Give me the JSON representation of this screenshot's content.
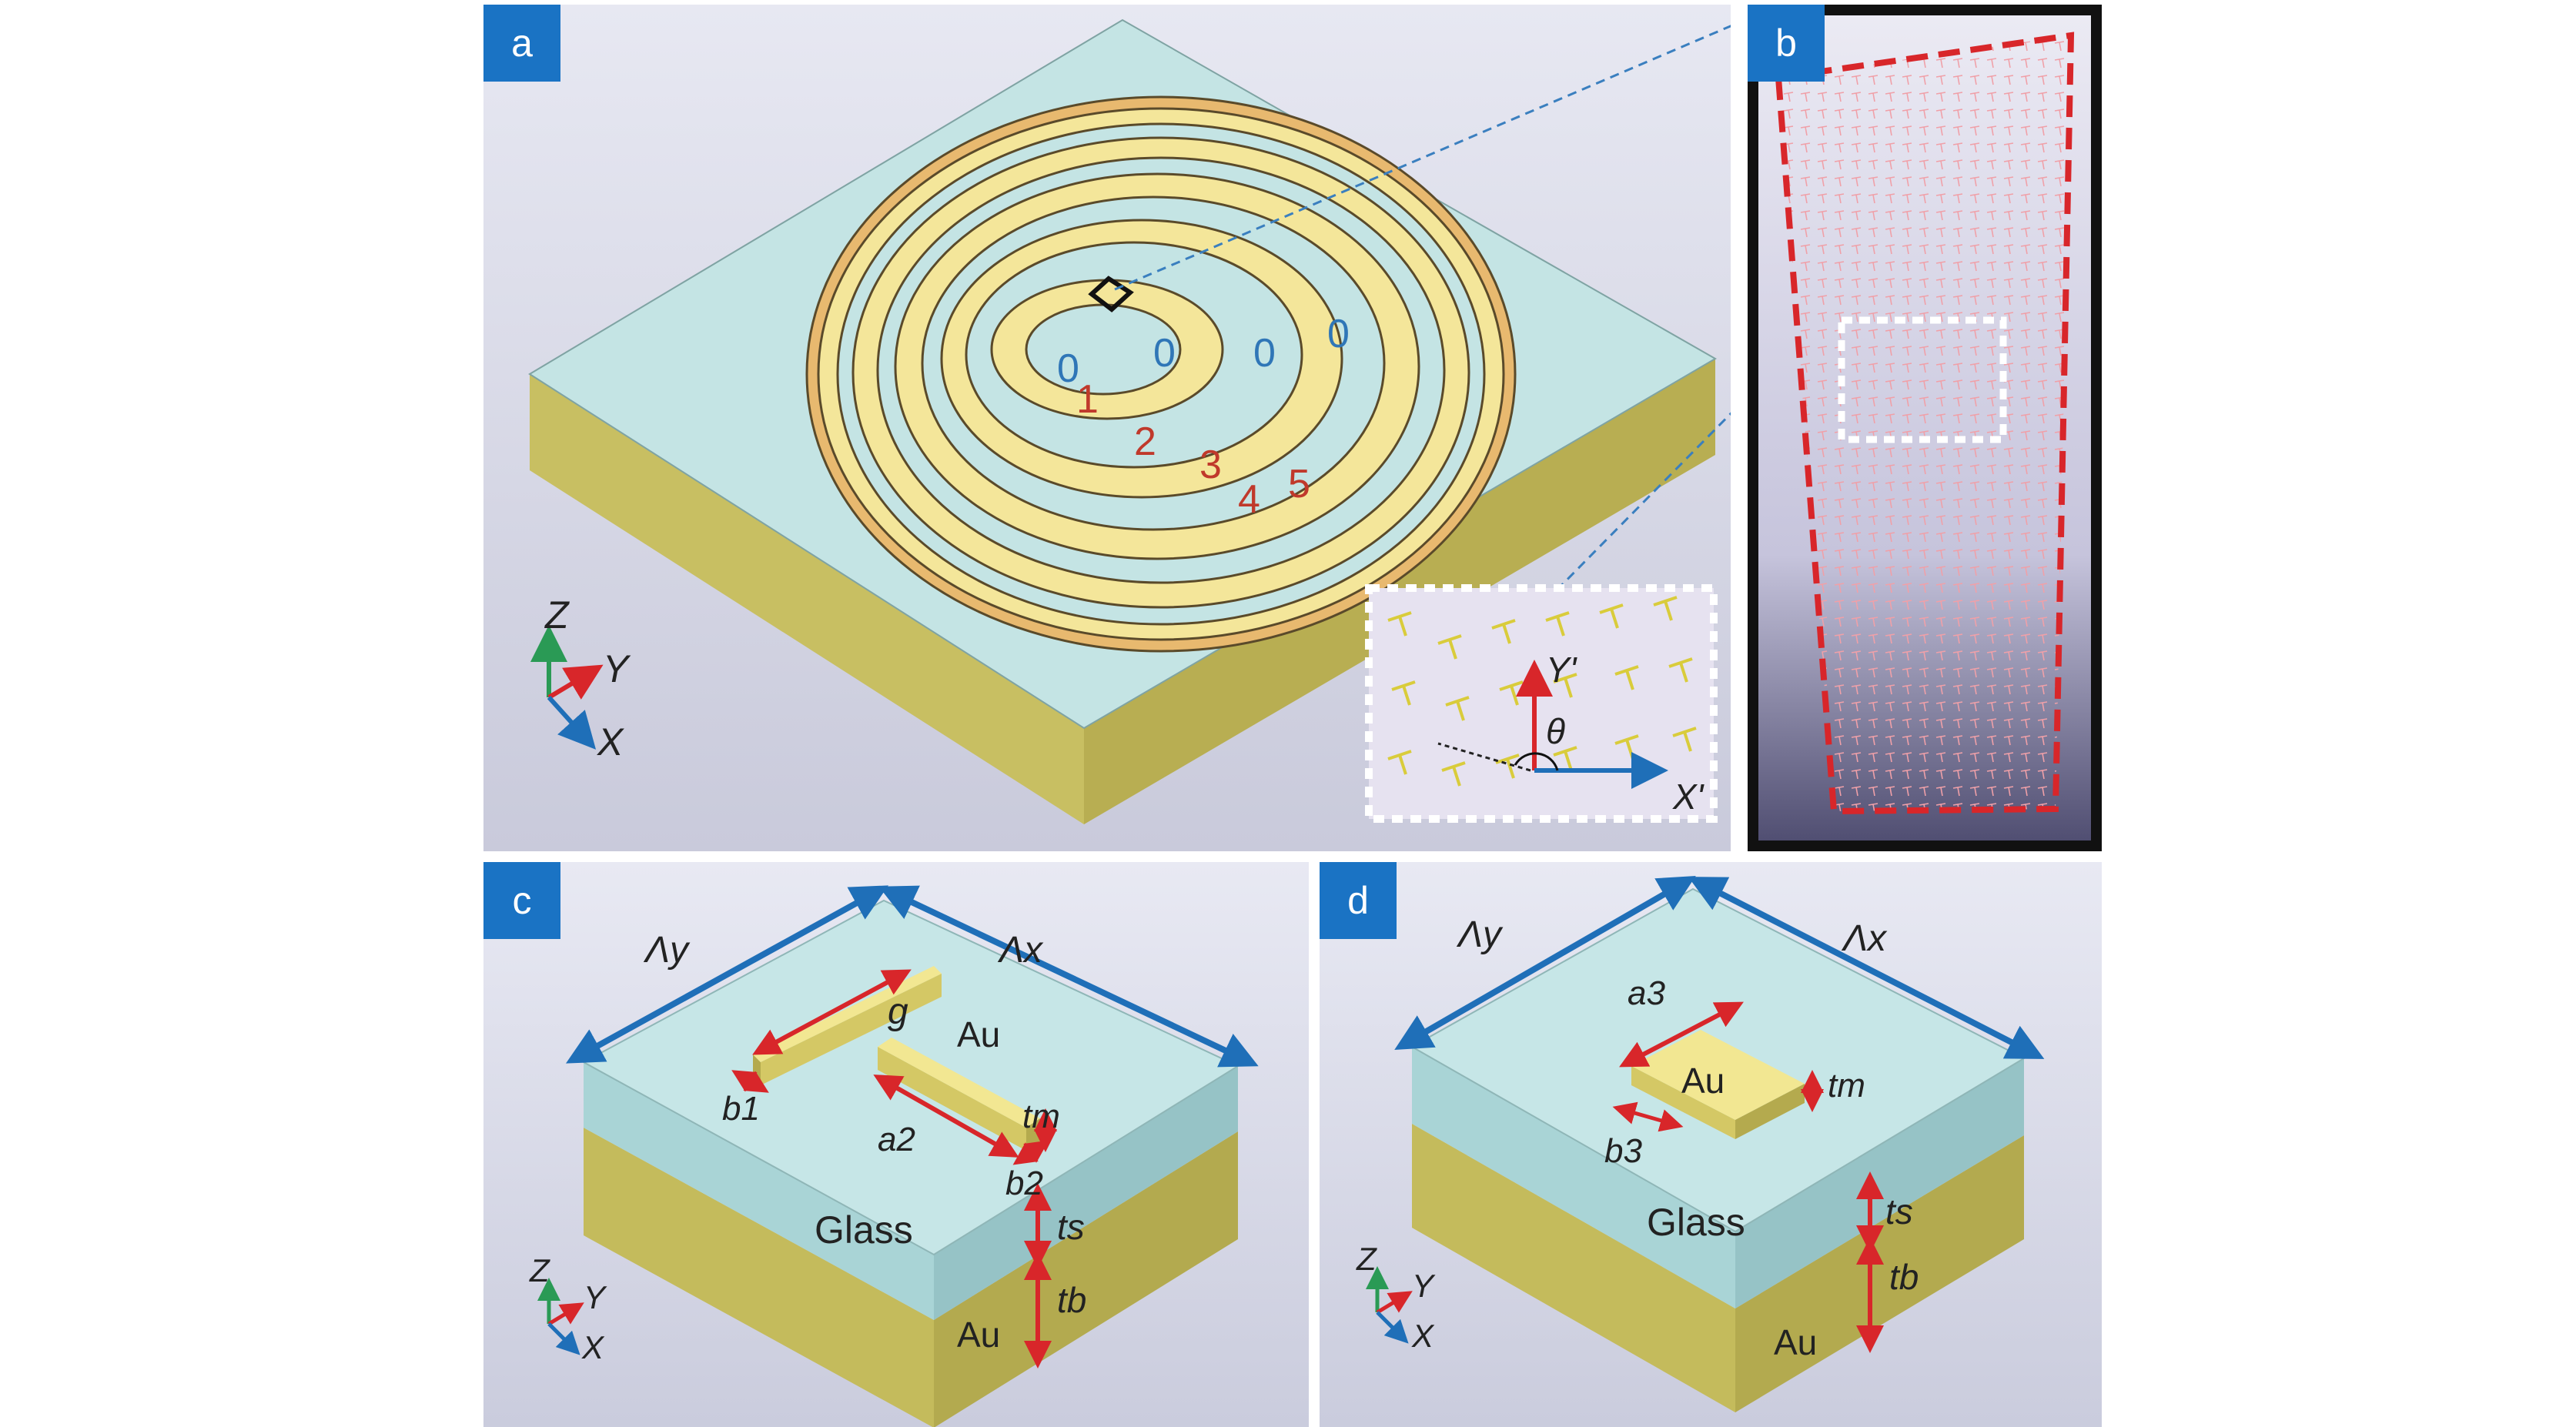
{
  "panels": {
    "a": {
      "badge": "a",
      "zero_labels": [
        "0",
        "0",
        "0",
        "0"
      ],
      "ring_labels": [
        "1",
        "2",
        "3",
        "4",
        "5"
      ],
      "axes": {
        "z": "Z",
        "y": "Y",
        "x": "X"
      },
      "inset": {
        "y_prime": "Y'",
        "x_prime": "X'",
        "theta": "θ"
      }
    },
    "b": {
      "badge": "b"
    },
    "c": {
      "badge": "c",
      "lambda_y": "Λy",
      "lambda_x": "Λx",
      "g": "g",
      "au_top": "Au",
      "b1": "b1",
      "a2": "a2",
      "tm": "tm",
      "b2": "b2",
      "glass": "Glass",
      "ts": "ts",
      "tb": "tb",
      "au_bottom": "Au",
      "axes": {
        "z": "Z",
        "y": "Y",
        "x": "X"
      }
    },
    "d": {
      "badge": "d",
      "lambda_y": "Λy",
      "lambda_x": "Λx",
      "a3": "a3",
      "au_top": "Au",
      "tm": "tm",
      "b3": "b3",
      "glass": "Glass",
      "ts": "ts",
      "tb": "tb",
      "au_bottom": "Au",
      "axes": {
        "z": "Z",
        "y": "Y",
        "x": "X"
      }
    }
  },
  "colors": {
    "blue_arrow": "#1f6fb8",
    "red_arrow": "#d8262a",
    "gold": "#d9d17e",
    "glass": "#bfe2e2",
    "label_red": "#c0392b",
    "label_blue": "#2f76b7",
    "badge": "#1a73c4"
  }
}
